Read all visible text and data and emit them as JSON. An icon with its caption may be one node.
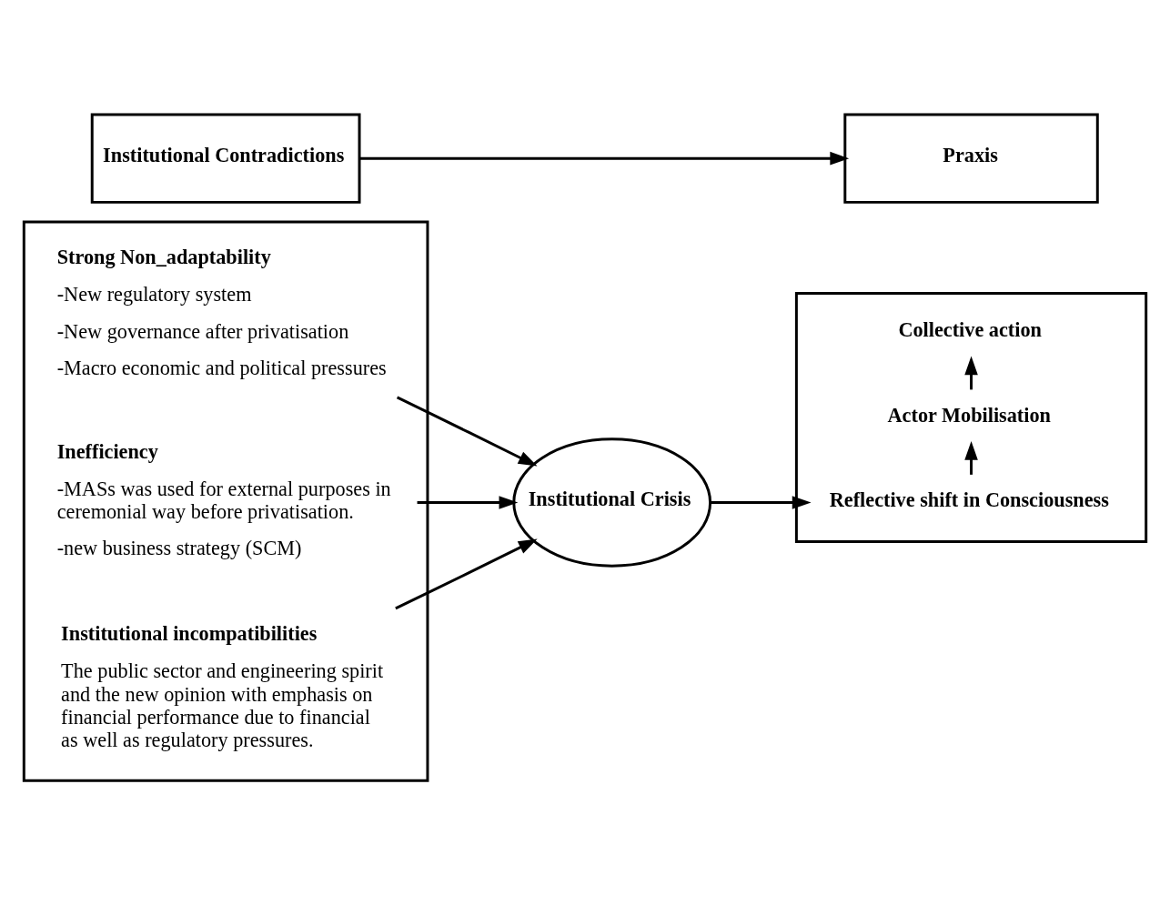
{
  "diagram": {
    "nodes": [
      {
        "text": [
          "Institutional Contradictions"
        ]
      },
      {
        "text": [],
        "shape": "box"
      },
      {
        "text": [
          "Strong Non_adaptability"
        ],
        "in": 1,
        "beside": [
          "-New regulatory system",
          "-New governance after privatisation",
          "-Macro economic and political pressures"
        ]
      },
      {
        "text": [
          "Inefficiency"
        ],
        "in": 1,
        "beside": [
          "-MASs was used for external purposes in ceremonial way before privatisation.",
          "-new business strategy (SCM)"
        ]
      },
      {
        "text": [
          "Institutional incompatibilities"
        ],
        "in": 1,
        "beside": [
          "The public sector and engineering spirit and the new opinion with emphasis on financial performance due to financial as well as regulatory pressures."
        ]
      },
      {
        "text": [
          "Institutional Crisis"
        ]
      },
      {
        "text": [
          "Praxis"
        ]
      },
      {
        "text": [],
        "shape": "box"
      },
      {
        "text": [
          "Collective action"
        ],
        "in": 7
      },
      {
        "text": [
          "Actor Mobilisation"
        ],
        "in": 7
      },
      {
        "text": [
          "Reflective shift in Consciousness"
        ],
        "in": 7
      }
    ],
    "edges": [
      {
        "from": 0,
        "to": 6,
        "arrow": "to"
      },
      {
        "from": 2,
        "to": 5,
        "arrow": "to"
      },
      {
        "from": 3,
        "to": 5,
        "arrow": "to"
      },
      {
        "from": 4,
        "to": 5,
        "arrow": "to"
      },
      {
        "from": 5,
        "to": 10,
        "arrow": "to"
      },
      {
        "from": 10,
        "to": 9,
        "arrow": "to"
      },
      {
        "from": 9,
        "to": 8,
        "arrow": "to"
      }
    ]
  }
}
